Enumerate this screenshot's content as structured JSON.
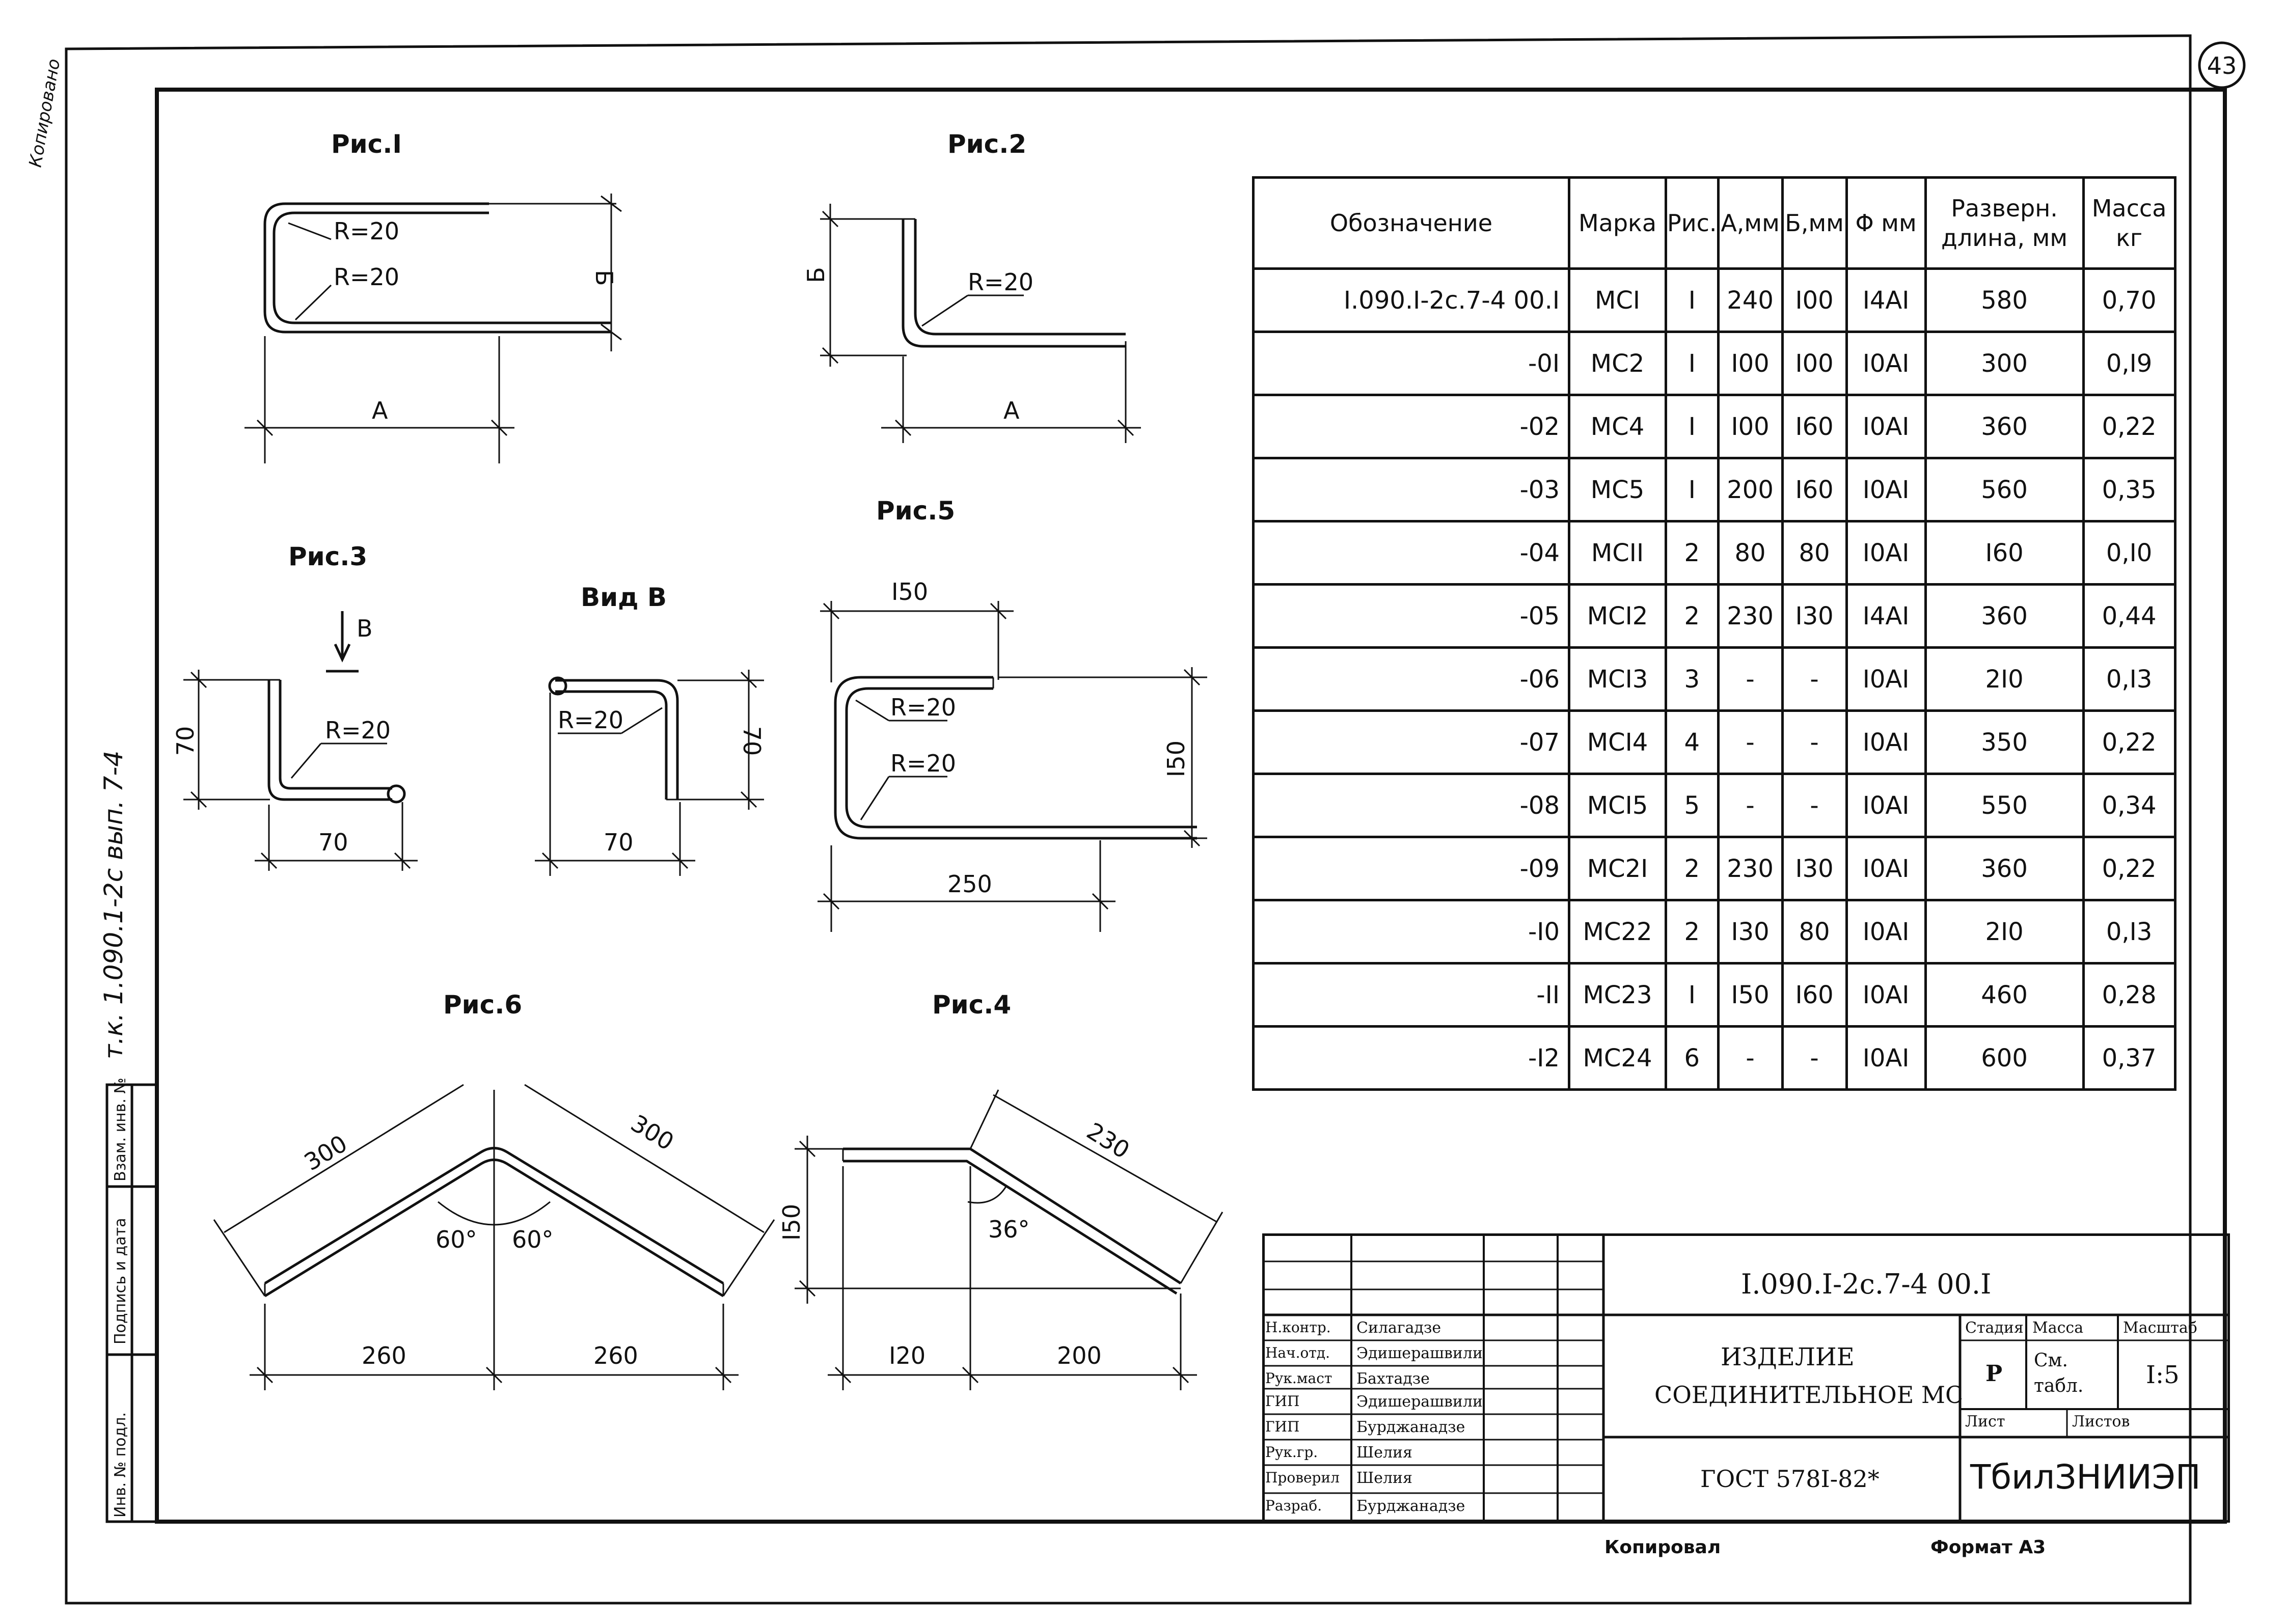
{
  "sheet_number": "43",
  "side_note": "т.к. 1.090.1-2с вып. 7-4",
  "corner_scribble": "Копировано",
  "left_stamp": {
    "col1": "Инв. № подл.",
    "col2": "Подпись и дата",
    "col3": "Взам. инв. №"
  },
  "figures": {
    "fig1": {
      "title": "Рис.I",
      "r1": "R=20",
      "r2": "R=20",
      "dim_a": "A",
      "dim_b": "Б"
    },
    "fig2": {
      "title": "Рис.2",
      "r1": "R=20",
      "dim_a": "A",
      "dim_b": "Б"
    },
    "fig3": {
      "title": "Рис.3",
      "view_mark": "В",
      "r1": "R=20",
      "dim_h": "70",
      "dim_w": "70"
    },
    "view_b": {
      "title": "Вид В",
      "r1": "R=20",
      "dim_h": "70",
      "dim_w": "70"
    },
    "fig5": {
      "title": "Рис.5",
      "r1": "R=20",
      "r2": "R=20",
      "dim_top": "I50",
      "dim_h": "I50",
      "dim_w": "250"
    },
    "fig6": {
      "title": "Рис.6",
      "len_l": "300",
      "len_r": "300",
      "ang_l": "60°",
      "ang_r": "60°",
      "w_l": "260",
      "w_r": "260"
    },
    "fig4": {
      "title": "Рис.4",
      "len": "230",
      "h": "I50",
      "ang": "36°",
      "w_l": "I20",
      "w_r": "200"
    }
  },
  "table": {
    "headers": [
      "Обозначение",
      "Марка",
      "Рис.",
      "А,мм",
      "Б,мм",
      "Φ мм",
      "Разверн.\nдлина, мм",
      "Масса\nкг"
    ],
    "rows": [
      [
        "I.090.I-2c.7-4 00.I",
        "МСI",
        "I",
        "240",
        "I00",
        "I4AI",
        "580",
        "0,70"
      ],
      [
        "-0I",
        "МС2",
        "I",
        "I00",
        "I00",
        "I0AI",
        "300",
        "0,I9"
      ],
      [
        "-02",
        "МС4",
        "I",
        "I00",
        "I60",
        "I0AI",
        "360",
        "0,22"
      ],
      [
        "-03",
        "МС5",
        "I",
        "200",
        "I60",
        "I0AI",
        "560",
        "0,35"
      ],
      [
        "-04",
        "МСII",
        "2",
        "80",
        "80",
        "I0AI",
        "I60",
        "0,I0"
      ],
      [
        "-05",
        "МСI2",
        "2",
        "230",
        "I30",
        "I4AI",
        "360",
        "0,44"
      ],
      [
        "-06",
        "МСI3",
        "3",
        "-",
        "-",
        "I0AI",
        "2I0",
        "0,I3"
      ],
      [
        "-07",
        "МСI4",
        "4",
        "-",
        "-",
        "I0AI",
        "350",
        "0,22"
      ],
      [
        "-08",
        "МСI5",
        "5",
        "-",
        "-",
        "I0AI",
        "550",
        "0,34"
      ],
      [
        "-09",
        "МС2I",
        "2",
        "230",
        "I30",
        "I0AI",
        "360",
        "0,22"
      ],
      [
        "-I0",
        "МС22",
        "2",
        "I30",
        "80",
        "I0AI",
        "2I0",
        "0,I3"
      ],
      [
        "-II",
        "МС23",
        "I",
        "I50",
        "I60",
        "I0AI",
        "460",
        "0,28"
      ],
      [
        "-I2",
        "МС24",
        "6",
        "-",
        "-",
        "I0AI",
        "600",
        "0,37"
      ]
    ]
  },
  "title_block": {
    "doc_code": "I.090.I-2c.7-4 00.I",
    "product_line1": "ИЗДЕЛИЕ",
    "product_line2": "СОЕДИНИТЕЛЬНОЕ  МС",
    "standard": "ГОСТ 578I-82*",
    "stage_label": "Стадия",
    "mass_label": "Масса",
    "scale_label": "Масштаб",
    "stage_value": "Р",
    "mass_value": "См. табл.",
    "scale_value": "I:5",
    "sheet_label": "Лист",
    "sheets_label": "Листов",
    "org": "ТбилЗНИИЭП",
    "staff": [
      [
        "Н.контр.",
        "Силагадзе"
      ],
      [
        "Нач.отд.",
        "Эдишерашвили"
      ],
      [
        "Рук.маст",
        "Бахтадзе"
      ],
      [
        "ГИП",
        "Эдишерашвили"
      ],
      [
        "ГИП",
        "Бурджанадзе"
      ],
      [
        "Рук.гр.",
        "Шелия"
      ],
      [
        "Проверил",
        "Шелия"
      ],
      [
        "Разраб.",
        "Бурджанадзе"
      ]
    ]
  },
  "footer": {
    "copied": "Копировал",
    "format": "Формат А3"
  }
}
